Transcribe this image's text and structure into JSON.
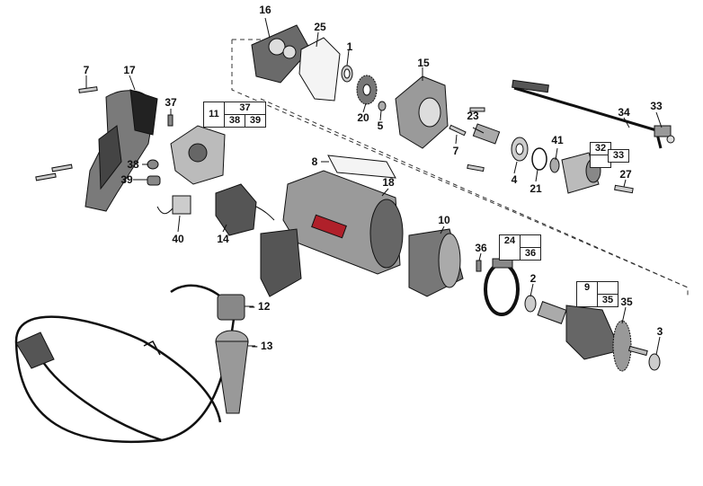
{
  "labels": {
    "l16": "16",
    "l25": "25",
    "l1": "1",
    "l15": "15",
    "l7a": "7",
    "l17": "17",
    "l37": "37",
    "l20": "20",
    "l5": "5",
    "l23": "23",
    "l7b": "7",
    "l34": "34",
    "l33": "33",
    "l41": "41",
    "l38": "38",
    "l39": "39",
    "l8": "8",
    "l18": "18",
    "l4": "4",
    "l21": "21",
    "l27": "27",
    "l40": "40",
    "l14": "14",
    "l10": "10",
    "l36": "36",
    "l2": "2",
    "l35": "35",
    "l3": "3",
    "l12": "12",
    "l13": "13"
  },
  "boxes": {
    "b11": {
      "left": "11",
      "top": "37",
      "bl": "38",
      "br": "39"
    },
    "b32": {
      "left": "32",
      "right": "33"
    },
    "b24": {
      "top": "24",
      "bottom": "36"
    },
    "b9": {
      "top": "9",
      "bottom": "35"
    }
  },
  "colors": {
    "line": "#1a1a1a",
    "fill_dark": "#3a3a3a",
    "fill_mid": "#8a8a8a",
    "fill_light": "#d8d8d8",
    "accent_red": "#b0202a"
  }
}
